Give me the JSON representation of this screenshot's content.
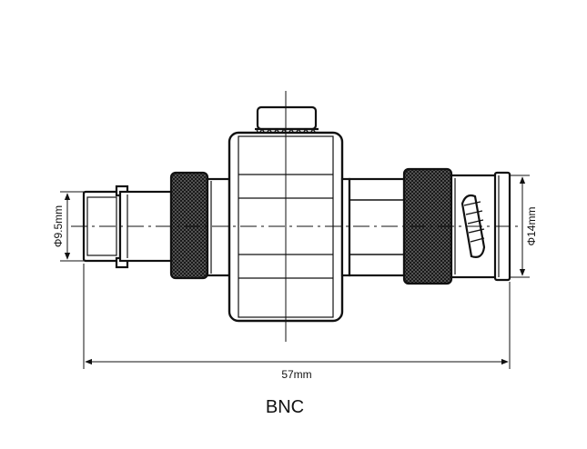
{
  "dimensions": {
    "left_diameter": "Φ9.5mm",
    "right_diameter": "Φ14mm",
    "overall_length": "57mm"
  },
  "caption": "BNC"
}
